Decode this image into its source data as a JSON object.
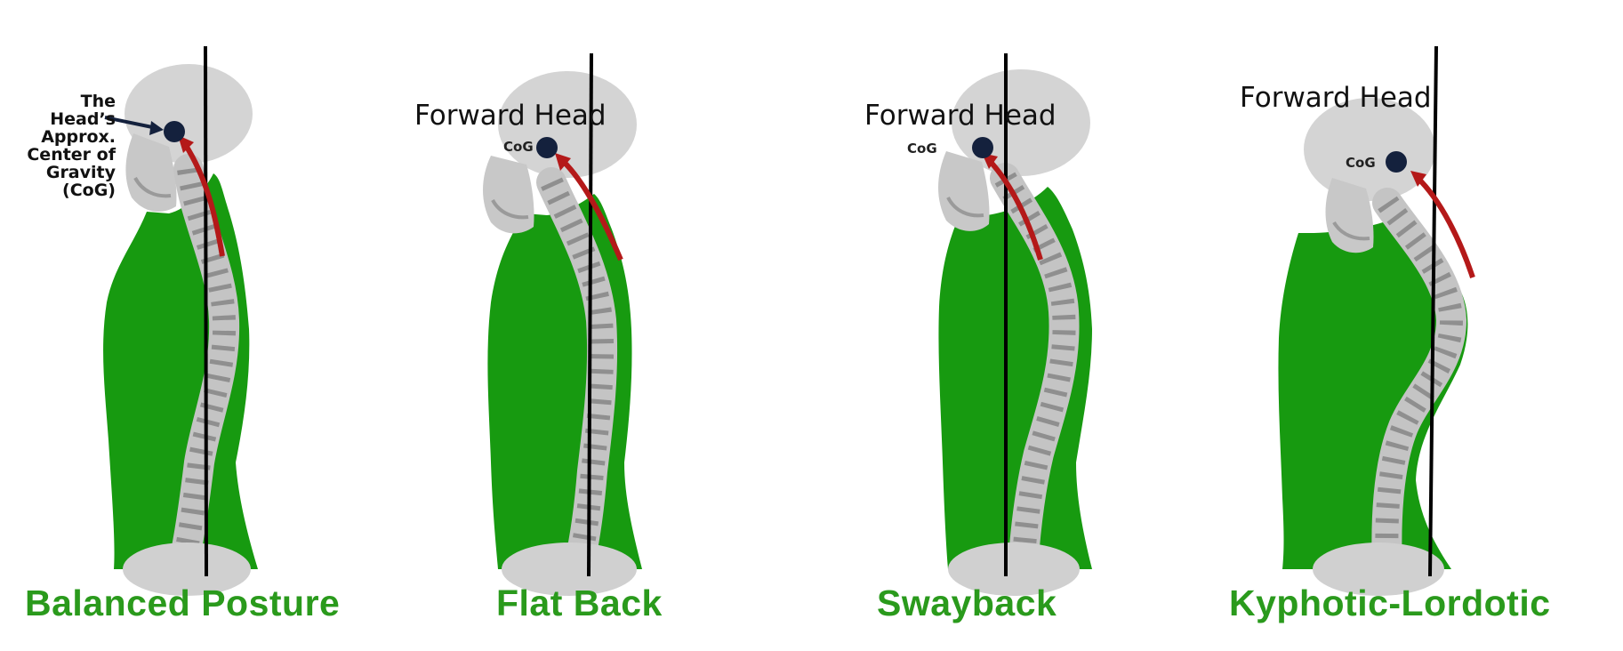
{
  "colors": {
    "body_green": "#179a10",
    "skeleton_gray": "#d4d4d4",
    "bone_dark": "#9a9a9a",
    "cog_dot": "#14213d",
    "arrow_red": "#b41919",
    "plumb_line": "#000000",
    "caption_green": "#2a9a1c"
  },
  "figures": [
    {
      "caption": "Balanced Posture",
      "head_label": "",
      "cog_label": "",
      "cog_note": [
        "The Head’s",
        "Approx.",
        "Center of",
        "Gravity",
        "(CoG)"
      ]
    },
    {
      "caption": "Flat Back",
      "head_label": "Forward Head",
      "cog_label": "CoG",
      "cog_note": []
    },
    {
      "caption": "Swayback",
      "head_label": "Forward Head",
      "cog_label": "CoG",
      "cog_note": []
    },
    {
      "caption": "Kyphotic-Lordotic",
      "head_label": "Forward Head",
      "cog_label": "CoG",
      "cog_note": []
    }
  ]
}
